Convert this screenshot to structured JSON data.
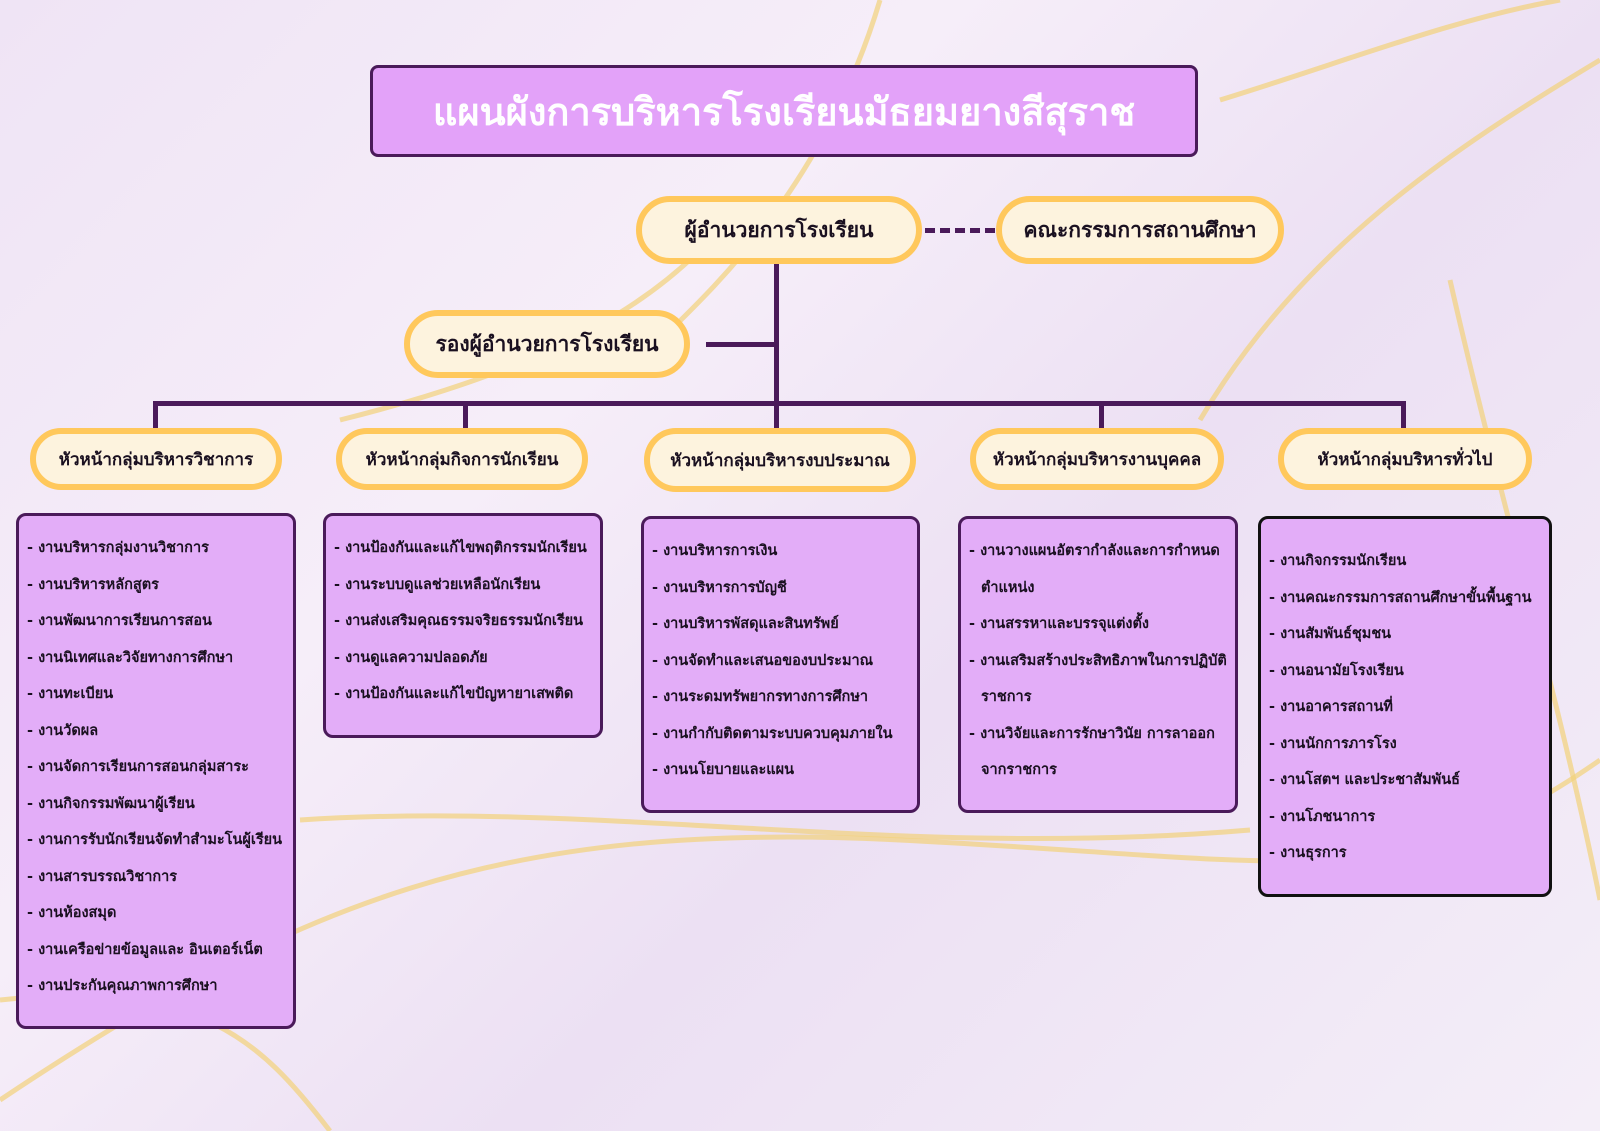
{
  "title": "แผนผังการบริหารโรงเรียนมัธยมยางสีสุราช",
  "director": "ผู้อำนวยการโรงเรียน",
  "committee": "คณะกรรมการสถานศึกษา",
  "deputy": "รองผู้อำนวยการโรงเรียน",
  "colors": {
    "title_fill": "#e3a2f9",
    "pill_border": "#ffc85c",
    "line": "#4a1a5a",
    "box_fill": "#e3adf8"
  },
  "groups": [
    {
      "head": "หัวหน้ากลุ่มบริหารวิชาการ",
      "items": [
        "- งานบริหารกลุ่มงานวิชาการ",
        "- งานบริหารหลักสูตร",
        "- งานพัฒนาการเรียนการสอน",
        "- งานนิเทศและวิจัยทางการศึกษา",
        "- งานทะเบียน",
        "- งานวัดผล",
        "- งานจัดการเรียนการสอนกลุ่มสาระ",
        "- งานกิจกรรมพัฒนาผู้เรียน",
        "- งานการรับนักเรียนจัดทำสำมะโนผู้เรียน",
        "- งานสารบรรณวิชาการ",
        "- งานห้องสมุด",
        "- งานเครือข่ายข้อมูลและ อินเตอร์เน็ต",
        "- งานประกันคุณภาพการศึกษา"
      ]
    },
    {
      "head": "หัวหน้ากลุ่มกิจการนักเรียน",
      "items": [
        "- งานป้องกันและแก้ไขพฤติกรรมนักเรียน",
        "- งานระบบดูแลช่วยเหลือนักเรียน",
        "- งานส่งเสริมคุณธรรมจริยธรรมนักเรียน",
        "- งานดูแลความปลอดภัย",
        "- งานป้องกันและแก้ไขปัญหายาเสพติด"
      ]
    },
    {
      "head": "หัวหน้ากลุ่มบริหารงบประมาณ",
      "items": [
        "- งานบริหารการเงิน",
        "- งานบริหารการบัญชี",
        "- งานบริหารพัสดุและสินทรัพย์",
        "- งานจัดทำและเสนอของบประมาณ",
        "- งานระดมทรัพยากรทางการศึกษา",
        "- งานกำกับติดตามระบบควบคุมภายใน",
        "- งานนโยบายและแผน"
      ]
    },
    {
      "head": "หัวหน้ากลุ่มบริหารงานบุคคล",
      "items": [
        "- งานวางแผนอัตรากำลังและการกำหนด",
        "ตำแหน่ง",
        "- งานสรรหาและบรรจุแต่งตั้ง",
        "- งานเสริมสร้างประสิทธิภาพในการปฏิบัติ",
        "ราชการ",
        "- งานวิจัยและการรักษาวินัย การลาออก",
        "จากราชการ"
      ]
    },
    {
      "head": "หัวหน้ากลุ่มบริหารทั่วไป",
      "items": [
        "- งานกิจกรรมนักเรียน",
        "- งานคณะกรรมการสถานศึกษาขั้นพื้นฐาน",
        "- งานสัมพันธ์ชุมชน",
        "- งานอนามัยโรงเรียน",
        "- งานอาคารสถานที่",
        "- งานนักการภารโรง",
        "- งานโสตฯ และประชาสัมพันธ์",
        "- งานโภชนาการ",
        "- งานธุรการ"
      ]
    }
  ]
}
